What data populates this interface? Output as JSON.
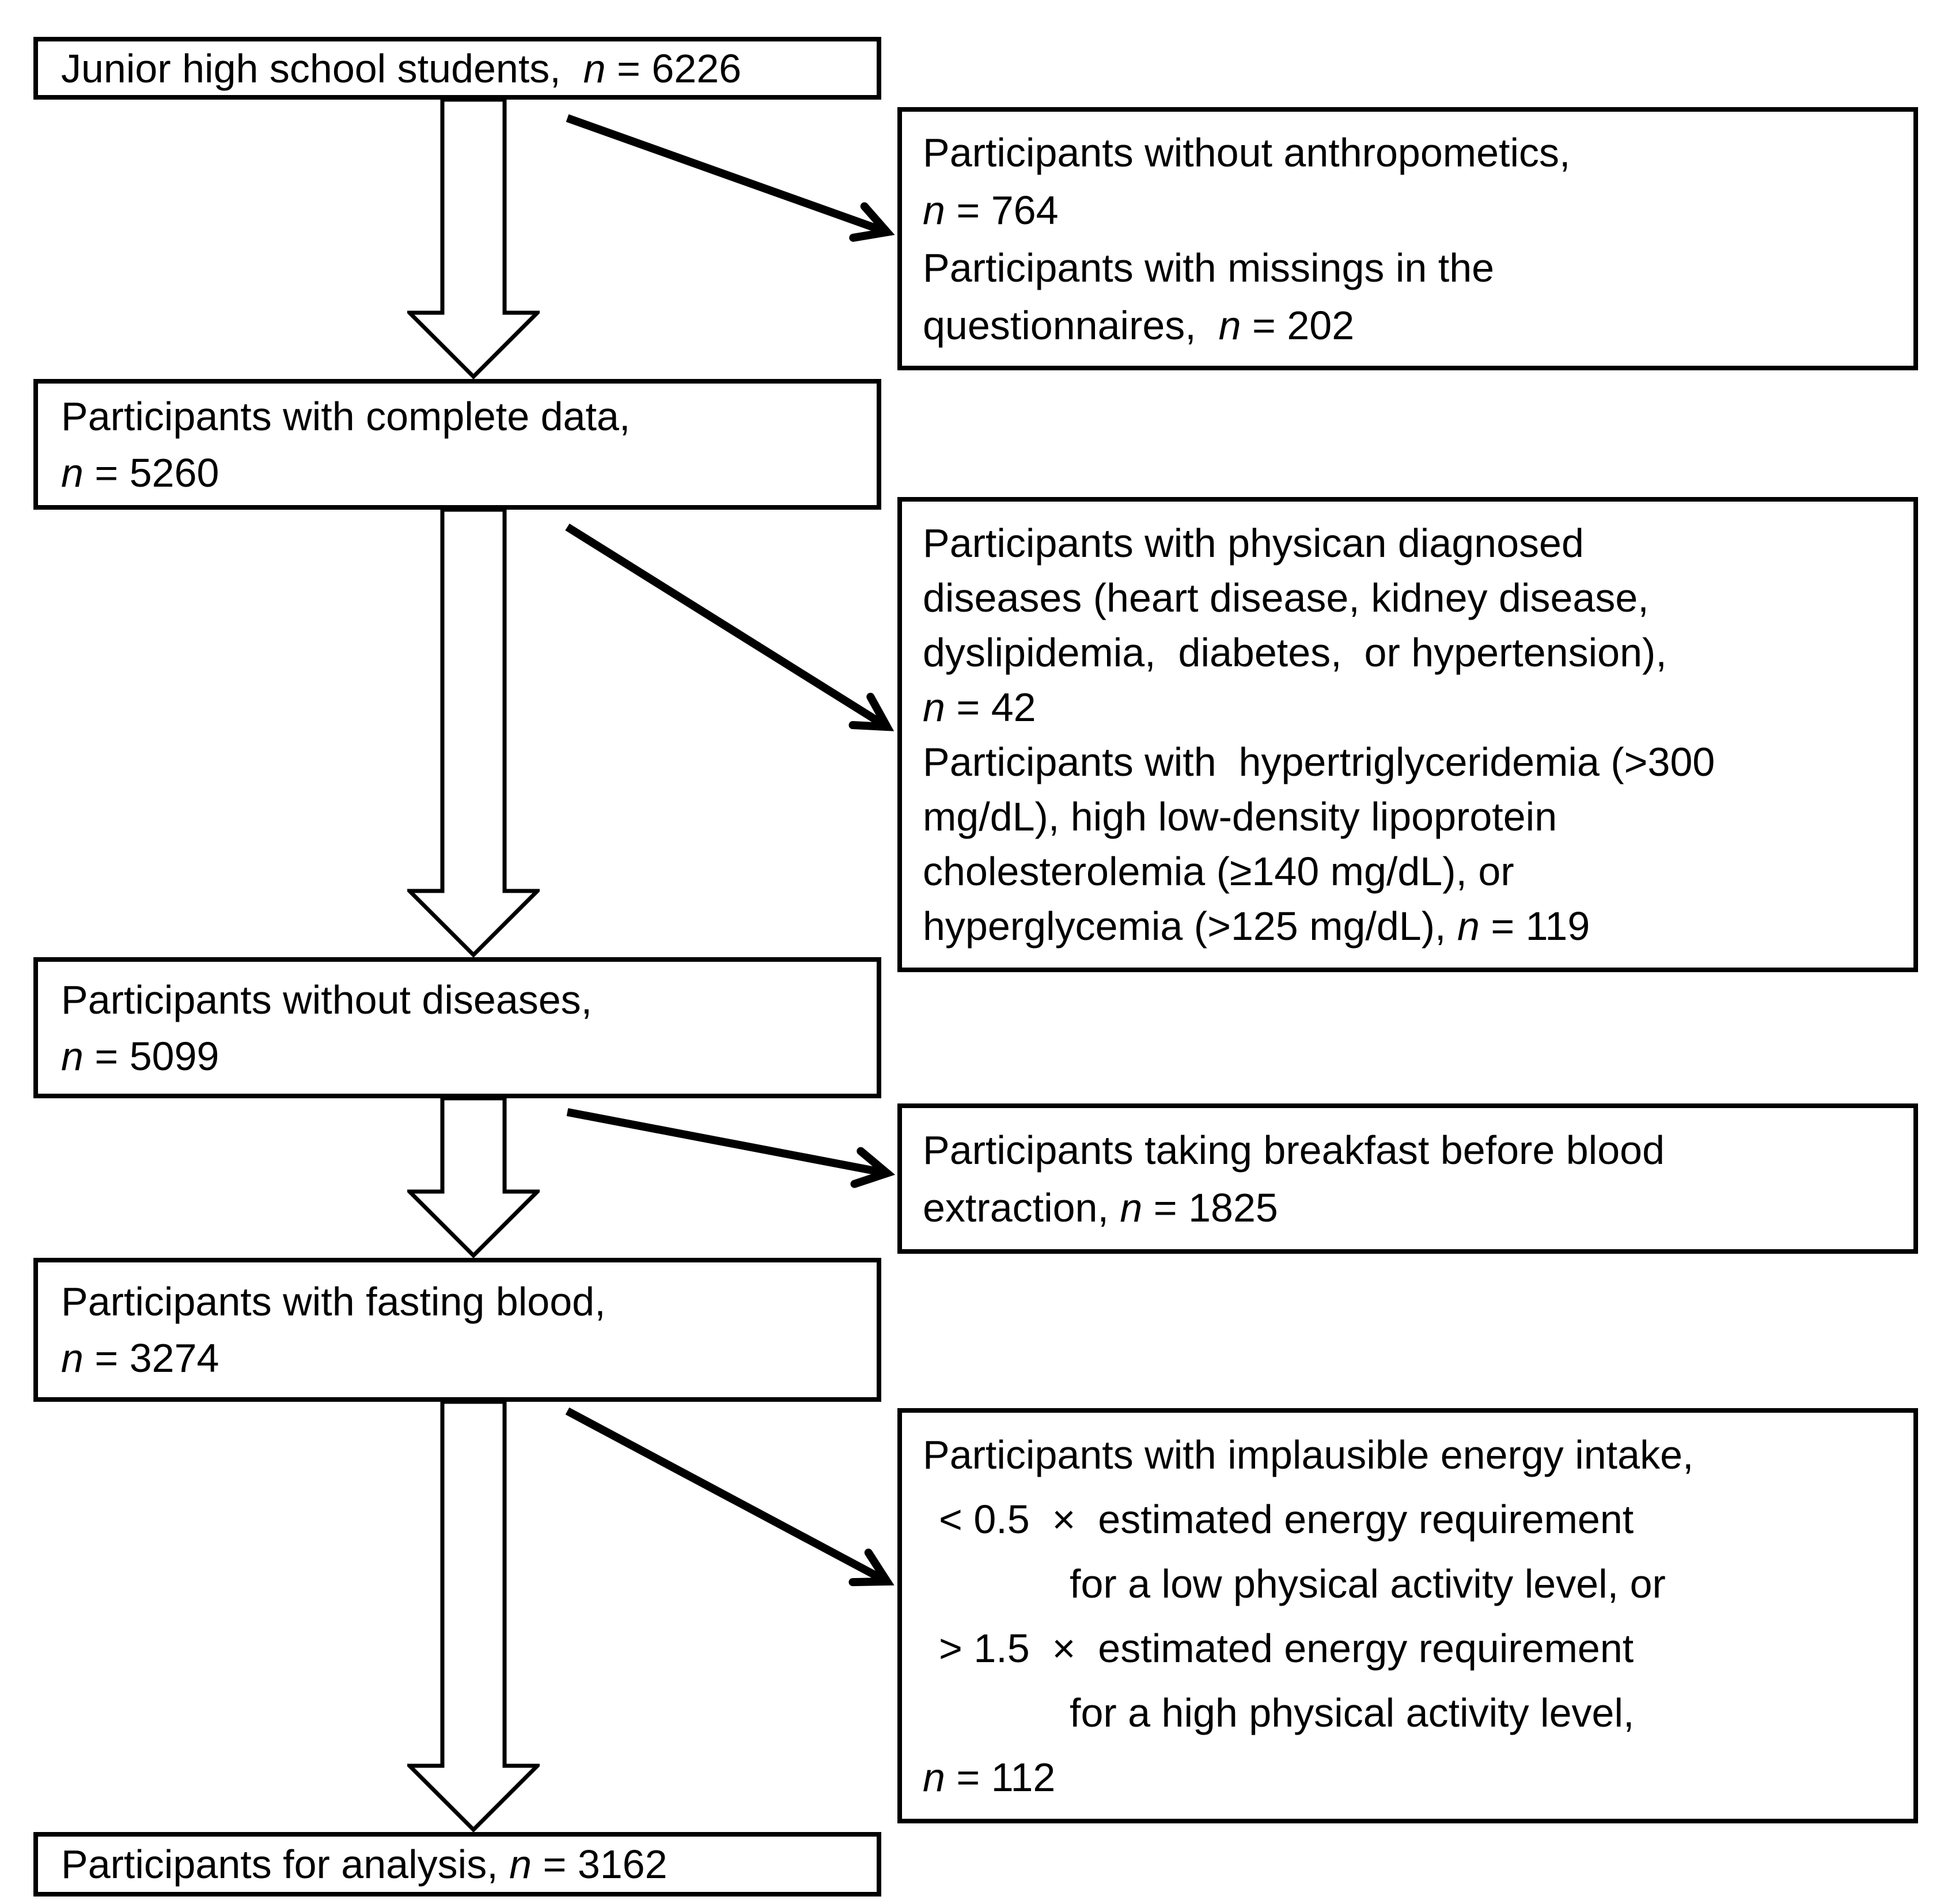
{
  "figure": {
    "type": "participant-flow-diagram",
    "colors": {
      "background": "#ffffff",
      "ink": "#000000"
    },
    "main_flow": [
      {
        "label": "junior-high-students",
        "lines": [
          {
            "indent": 0,
            "segments": [
              {
                "t": "Junior high school students,  "
              },
              {
                "t": "n",
                "italic": true
              },
              {
                "t": " = 6226"
              }
            ]
          }
        ]
      },
      {
        "label": "complete-data",
        "lines": [
          {
            "indent": 0,
            "segments": [
              {
                "t": "Participants with complete data,"
              }
            ]
          },
          {
            "indent": 0,
            "segments": [
              {
                "t": "n",
                "italic": true
              },
              {
                "t": " = 5260"
              }
            ]
          }
        ]
      },
      {
        "label": "without-diseases",
        "lines": [
          {
            "indent": 0,
            "segments": [
              {
                "t": "Participants without diseases,"
              }
            ]
          },
          {
            "indent": 0,
            "segments": [
              {
                "t": "n",
                "italic": true
              },
              {
                "t": " = 5099"
              }
            ]
          }
        ]
      },
      {
        "label": "fasting-blood",
        "lines": [
          {
            "indent": 0,
            "segments": [
              {
                "t": "Participants with fasting blood,"
              }
            ]
          },
          {
            "indent": 0,
            "segments": [
              {
                "t": "n",
                "italic": true
              },
              {
                "t": " = 3274"
              }
            ]
          }
        ]
      },
      {
        "label": "for-analysis",
        "lines": [
          {
            "indent": 0,
            "segments": [
              {
                "t": "Participants for analysis, "
              },
              {
                "t": "n",
                "italic": true
              },
              {
                "t": " = 3162"
              }
            ]
          }
        ]
      }
    ],
    "exclusions": [
      {
        "label": "missing-data",
        "lines": [
          {
            "indent": 0,
            "segments": [
              {
                "t": "Participants without anthropometics,"
              }
            ]
          },
          {
            "indent": 0,
            "segments": [
              {
                "t": "n",
                "italic": true
              },
              {
                "t": " = 764"
              }
            ]
          },
          {
            "indent": 0,
            "segments": [
              {
                "t": "Participants with missings in the"
              }
            ]
          },
          {
            "indent": 0,
            "segments": [
              {
                "t": "questionnaires,  "
              },
              {
                "t": "n",
                "italic": true
              },
              {
                "t": " = 202"
              }
            ]
          }
        ]
      },
      {
        "label": "diseases",
        "lines": [
          {
            "indent": 0,
            "segments": [
              {
                "t": "Participants with physican diagnosed"
              }
            ]
          },
          {
            "indent": 0,
            "segments": [
              {
                "t": "diseases (heart disease, kidney disease,"
              }
            ]
          },
          {
            "indent": 0,
            "segments": [
              {
                "t": "dyslipidemia,  diabetes,  or hypertension),"
              }
            ]
          },
          {
            "indent": 0,
            "segments": [
              {
                "t": "n",
                "italic": true
              },
              {
                "t": " = 42"
              }
            ]
          },
          {
            "indent": 0,
            "segments": [
              {
                "t": "Participants with  hypertriglyceridemia (>300"
              }
            ]
          },
          {
            "indent": 0,
            "segments": [
              {
                "t": "mg/dL), high low-density lipoprotein"
              }
            ]
          },
          {
            "indent": 0,
            "segments": [
              {
                "t": "cholesterolemia (≥140 mg/dL), or"
              }
            ]
          },
          {
            "indent": 0,
            "segments": [
              {
                "t": "hyperglycemia (>125 mg/dL), "
              },
              {
                "t": "n",
                "italic": true
              },
              {
                "t": " = 119"
              }
            ]
          }
        ]
      },
      {
        "label": "breakfast-before-blood",
        "lines": [
          {
            "indent": 0,
            "segments": [
              {
                "t": "Participants taking breakfast before blood"
              }
            ]
          },
          {
            "indent": 0,
            "segments": [
              {
                "t": "extraction, "
              },
              {
                "t": "n",
                "italic": true
              },
              {
                "t": " = 1825"
              }
            ]
          }
        ]
      },
      {
        "label": "implausible-energy-intake",
        "lines": [
          {
            "indent": 0,
            "segments": [
              {
                "t": "Participants with implausible energy intake,"
              }
            ]
          },
          {
            "indent": 28,
            "segments": [
              {
                "t": "< 0.5  ×  estimated energy requirement"
              }
            ]
          },
          {
            "indent": 255,
            "segments": [
              {
                "t": "for a low physical activity level, or"
              }
            ]
          },
          {
            "indent": 28,
            "segments": [
              {
                "t": "> 1.5  ×  estimated energy requirement"
              }
            ]
          },
          {
            "indent": 255,
            "segments": [
              {
                "t": "for a high physical activity level,"
              }
            ]
          },
          {
            "indent": 0,
            "segments": [
              {
                "t": "n",
                "italic": true
              },
              {
                "t": " = 112"
              }
            ]
          }
        ]
      }
    ]
  }
}
